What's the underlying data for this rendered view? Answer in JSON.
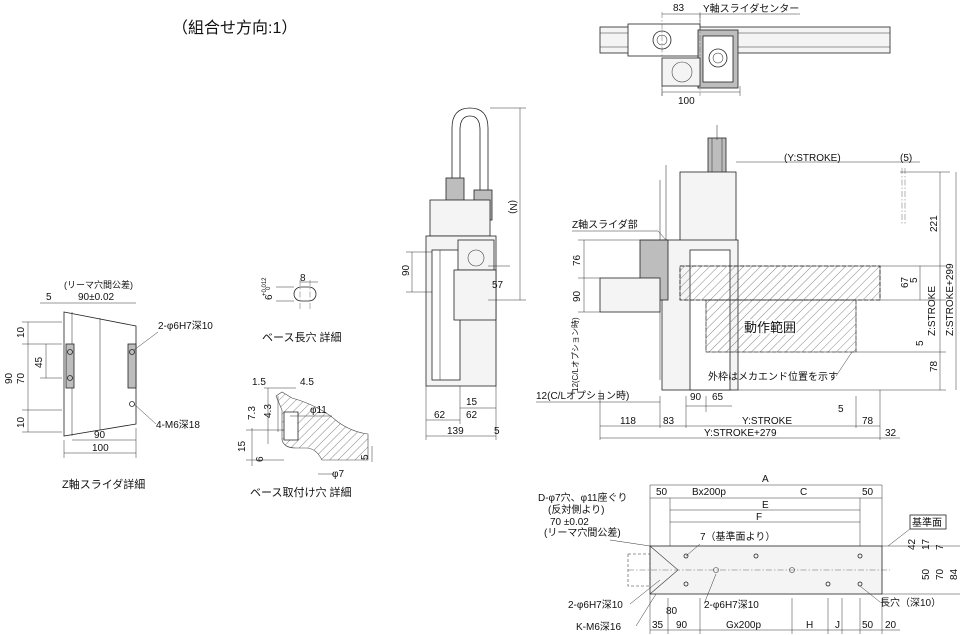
{
  "title": "（組合せ方向:1）",
  "top_view": {
    "dim_83": "83",
    "y_center": "Y軸スライダセンター",
    "dim_100": "100"
  },
  "front_view": {
    "dim_y_stroke": "(Y:STROKE)",
    "dim_5": "(5)",
    "z_slider": "Z軸スライダ部",
    "dim_76": "76",
    "dim_90": "90",
    "cl_option": "12(C/Lオプション時)",
    "cl_option2": "12(C/Lオプション時)",
    "dim_221": "221",
    "dim_zstroke_299": "Z:STROKE+299",
    "dim_67": "67",
    "dim_5b": "5",
    "z_stroke": "Z:STROKE",
    "dim_5c": "5",
    "dim_78": "78",
    "motion_range": "動作範囲",
    "outer_frame_note": "外枠はメカエンド位置を示す",
    "dim_90b": "90",
    "dim_65": "65",
    "dim_118": "118",
    "dim_83b": "83",
    "y_stroke": "Y:STROKE",
    "dim_5d": "5",
    "dim_78b": "78",
    "y_stroke_279": "Y:STROKE+279",
    "dim_32": "32"
  },
  "side_view": {
    "dim_n": "(N)",
    "dim_90": "90",
    "dim_57": "57",
    "dim_15": "15",
    "dim_62a": "62",
    "dim_62b": "62",
    "dim_139": "139",
    "dim_5": "5"
  },
  "slot_detail": {
    "dim_8": "8",
    "dim_6": "6",
    "tol": "+0.012",
    "tol0": "0",
    "label": "ベース長穴 詳細"
  },
  "z_slider_detail": {
    "reamer": "(リーマ穴間公差)",
    "dim_5": "5",
    "dim_90_002": "90±0.02",
    "pin_hole": "2-φ6H7深10",
    "dim_10a": "10",
    "dim_45": "45",
    "dim_90v": "90",
    "dim_70": "70",
    "dim_10b": "10",
    "tap": "4-M6深18",
    "dim_90": "90",
    "dim_100": "100",
    "label": "Z軸スライダ詳細"
  },
  "base_mount_detail": {
    "dim_1_5": "1.5",
    "dim_4_5": "4.5",
    "dim_7_3": "7.3",
    "dim_4_3": "4.3",
    "phi11": "φ11",
    "dim_15": "15",
    "dim_6": "6",
    "dim_5": "5",
    "phi7": "φ7",
    "label": "ベース取付け穴 詳細"
  },
  "bottom_view": {
    "dim_a": "A",
    "dim_50a": "50",
    "bx200p": "Bx200p",
    "dim_c": "C",
    "dim_50b": "50",
    "dim_e": "E",
    "dim_f": "F",
    "d_holes": "D-φ7穴、φ11座ぐり",
    "d_holes2": "(反対側より)",
    "dim_70": "70 ±0.02",
    "reamer": "(リーマ穴間公差)",
    "ref7": "7（基準面より）",
    "ref_face": "基準面",
    "dim_42": "42",
    "dim_17": "17",
    "dim_7": "7",
    "dim_50": "50",
    "dim_70v": "70",
    "dim_84": "84",
    "pin1": "2-φ6H7深10",
    "dim_80": "80",
    "pin2": "2-φ6H7深10",
    "long_hole": "長穴（深10）",
    "k_tap": "K-M6深16",
    "dim_35": "35",
    "dim_90": "90",
    "gx200p": "Gx200p",
    "dim_h": "H",
    "dim_j": "J",
    "dim_50c": "50",
    "dim_20": "20"
  }
}
